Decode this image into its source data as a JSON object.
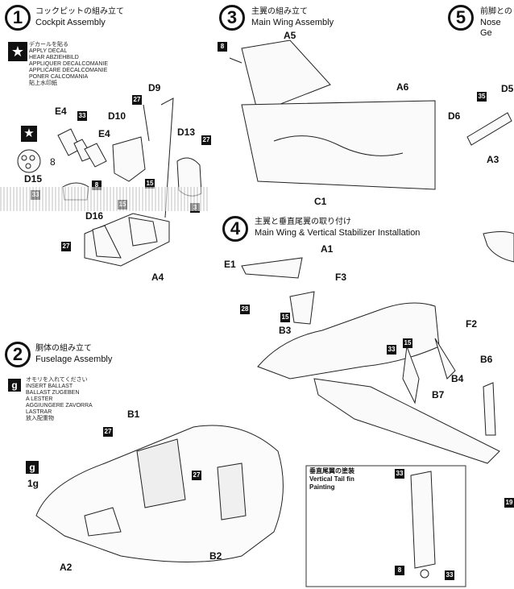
{
  "steps": [
    {
      "num": "1",
      "jp": "コックピットの組み立て",
      "en": "Cockpit Assembly"
    },
    {
      "num": "2",
      "jp": "胴体の組み立て",
      "en": "Fuselage Assembly"
    },
    {
      "num": "3",
      "jp": "主翼の組み立て",
      "en": "Main Wing Assembly"
    },
    {
      "num": "4",
      "jp": "主翼と垂直尾翼の取り付け",
      "en": "Main Wing & Vertical Stabilizer Installation"
    },
    {
      "num": "5",
      "jp": "前脚との",
      "en": "Nose Ge"
    }
  ],
  "decal_note": "デカールを貼る\nAPPLY DECAL\nHEAR ABZIEHBILD\nAPPLIQUER DECALCOMANIE\nAPPLICARE DECALCOMANIE\nPONER CALCOMANIA\n貼上水印紙",
  "ballast_note": "オモリを入れてください\nINSERT BALLAST\nBALLAST ZUGEBEN\nA LESTER\nAGGIUNGERE ZAVORRA\nLASTRAR\n放入配重物",
  "ballast_icon": "g",
  "ballast_weight": "1g",
  "tail_fin": {
    "jp": "垂直尾翼の塗装",
    "en1": "Vertical Tail fin",
    "en2": "Painting"
  },
  "parts": {
    "e4a": "E4",
    "e4b": "E4",
    "d9": "D9",
    "d10": "D10",
    "d13": "D13",
    "d15": "D15",
    "d16": "D16",
    "a4": "A4",
    "a5": "A5",
    "a6": "A6",
    "c1": "C1",
    "d5": "D5",
    "d6": "D6",
    "a3": "A3",
    "a1": "A1",
    "e1": "E1",
    "f3": "F3",
    "b3": "B3",
    "f2": "F2",
    "b4": "B4",
    "b6": "B6",
    "b7": "B7",
    "b1": "B1",
    "b2": "B2",
    "a2": "A2",
    "eight": "8"
  },
  "colors": {
    "c27": "27",
    "c33": "33",
    "c15": "15",
    "c3": "3",
    "c8": "8",
    "c35": "35",
    "c28": "28",
    "c19": "19"
  }
}
